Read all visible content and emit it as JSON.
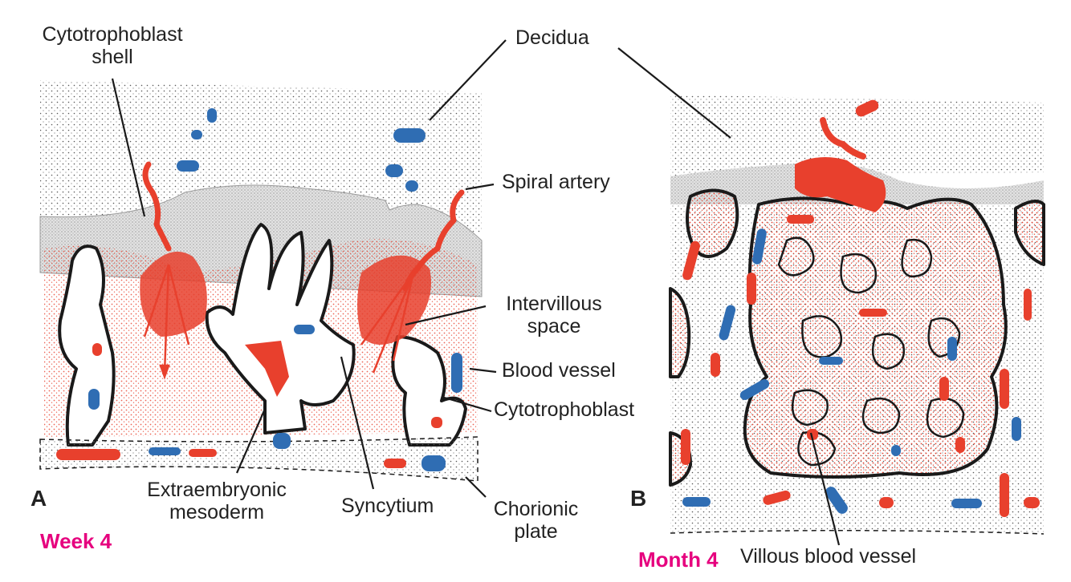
{
  "labels": {
    "cytotrophoblast_shell_1": "Cytotrophoblast",
    "cytotrophoblast_shell_2": "shell",
    "decidua": "Decidua",
    "spiral_artery": "Spiral artery",
    "intervillous_space_1": "Intervillous",
    "intervillous_space_2": "space",
    "blood_vessel": "Blood vessel",
    "cytotrophoblast": "Cytotrophoblast",
    "extraembryonic_mesoderm_1": "Extraembryonic",
    "extraembryonic_mesoderm_2": "mesoderm",
    "syncytium": "Syncytium",
    "chorionic_plate_1": "Chorionic",
    "chorionic_plate_2": "plate",
    "villous_blood_vessel": "Villous blood vessel"
  },
  "panels": {
    "a": "A",
    "b": "B"
  },
  "stages": {
    "a": "Week 4",
    "b": "Month 4"
  },
  "colors": {
    "arterial": "#e8402d",
    "venous": "#2f6db3",
    "stage_label": "#e6007e",
    "outline": "#1a1a1a",
    "shell_fill": "#d9d9d9"
  }
}
